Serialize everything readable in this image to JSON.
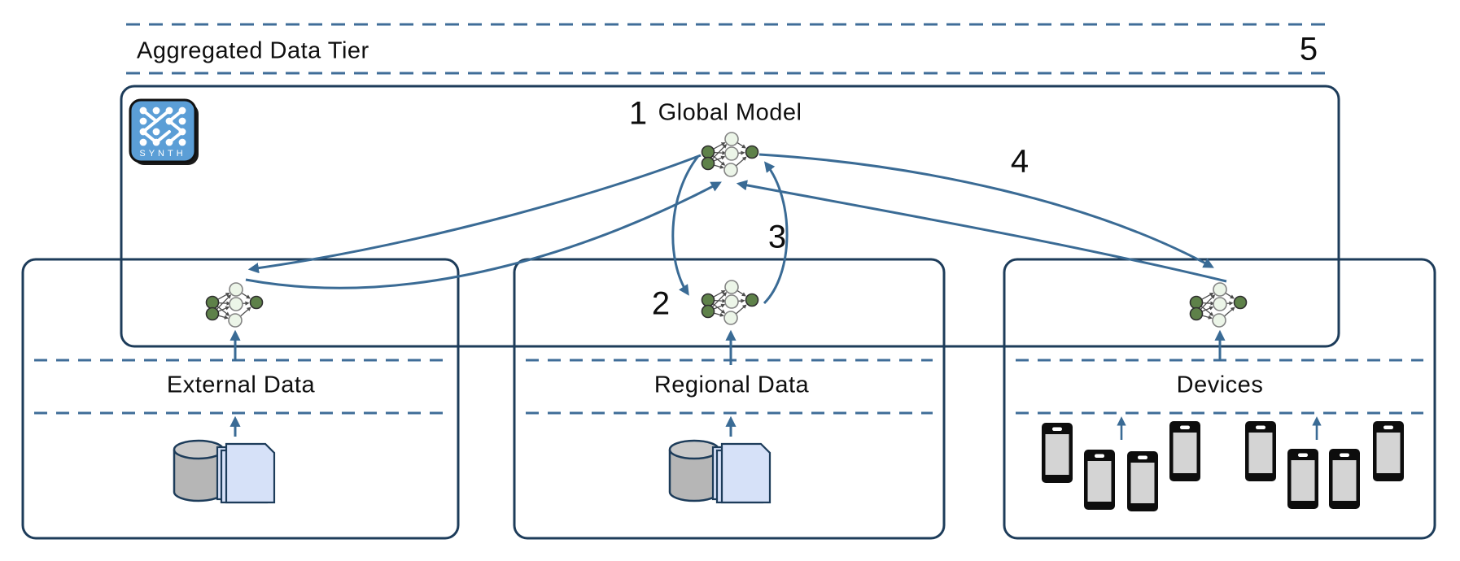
{
  "tier": {
    "label": "Aggregated Data Tier"
  },
  "steps": {
    "s1": "1",
    "s2": "2",
    "s3": "3",
    "s4": "4",
    "s5": "5"
  },
  "global_model": {
    "label": "Global Model"
  },
  "regions": [
    {
      "id": "external",
      "label": "External Data"
    },
    {
      "id": "regional",
      "label": "Regional Data"
    },
    {
      "id": "devices",
      "label": "Devices"
    }
  ],
  "logo": {
    "text": "SYNTH"
  },
  "icons": {
    "model": "neural-network-icon",
    "data_store": "database-documents-icon",
    "device": "smartphone-icon",
    "brand": "synth-logo"
  },
  "colors": {
    "arrow_blue": "#3a6b95",
    "box_border": "#1d3c5a",
    "dashed_line": "#3f6d98",
    "logo_blue": "#5b9ed6",
    "node_dark_green": "#5e8149",
    "node_light_green": "#ecf5e8",
    "cylinder_gray": "#bdbdbd",
    "document_blue": "#d6e1f8",
    "phone_black": "#0d0d0d",
    "phone_screen": "#d4d4d4",
    "text": "#0f0f0f"
  }
}
